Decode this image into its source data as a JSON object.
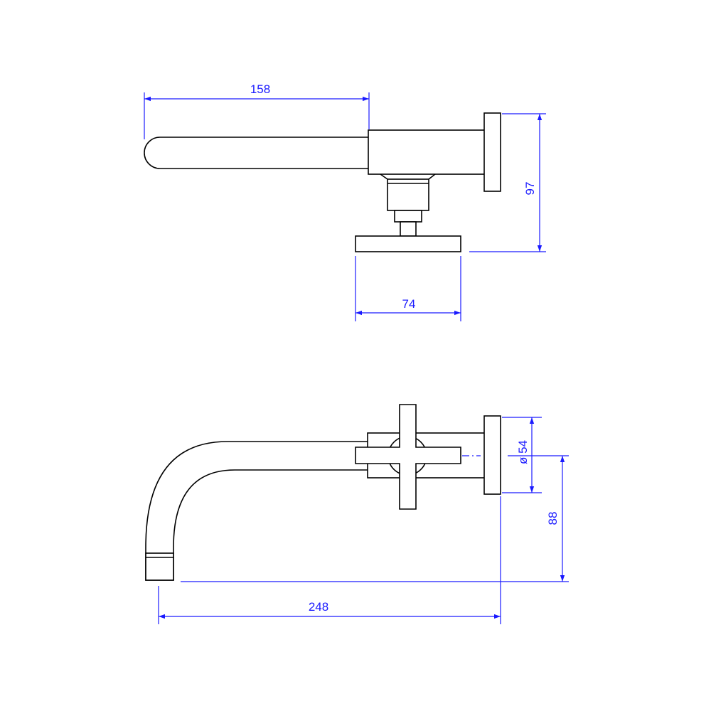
{
  "colors": {
    "outline": "#000000",
    "dimension": "#1a1aff",
    "background": "#ffffff"
  },
  "top_view": {
    "dim_spout_length": "158",
    "dim_height": "97",
    "dim_flange_width": "74"
  },
  "front_view": {
    "dim_flange_diameter": "ø 54",
    "dim_spout_drop": "88",
    "dim_total_projection": "248"
  }
}
